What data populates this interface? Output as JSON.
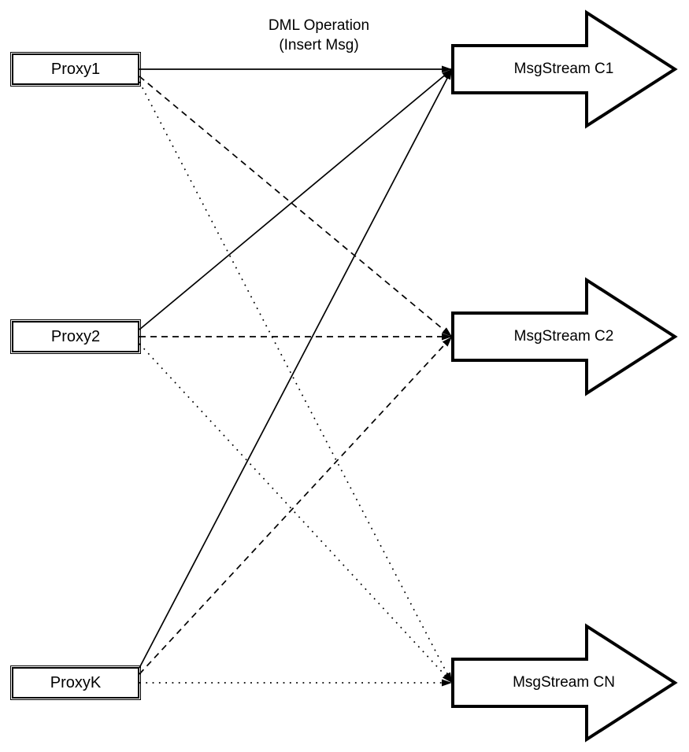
{
  "diagram": {
    "background": "#ffffff",
    "stroke_color": "#000000",
    "fill_color": "#ffffff",
    "edge_label": {
      "line1": "DML Operation",
      "line2": "(Insert Msg)"
    },
    "proxies": [
      {
        "label": "Proxy1"
      },
      {
        "label": "Proxy2"
      },
      {
        "label": "ProxyK"
      }
    ],
    "streams": [
      {
        "label": "MsgStream C1",
        "incoming_line_style": "solid"
      },
      {
        "label": "MsgStream C2",
        "incoming_line_style": "dashed"
      },
      {
        "label": "MsgStream CN",
        "incoming_line_style": "dotted"
      }
    ],
    "edges": [
      {
        "from": "Proxy1",
        "to": "MsgStream C1",
        "style": "solid",
        "label": "DML Operation (Insert Msg)"
      },
      {
        "from": "Proxy1",
        "to": "MsgStream C2",
        "style": "dashed",
        "label": ""
      },
      {
        "from": "Proxy1",
        "to": "MsgStream CN",
        "style": "dotted",
        "label": ""
      },
      {
        "from": "Proxy2",
        "to": "MsgStream C1",
        "style": "solid",
        "label": ""
      },
      {
        "from": "Proxy2",
        "to": "MsgStream C2",
        "style": "dashed",
        "label": ""
      },
      {
        "from": "Proxy2",
        "to": "MsgStream CN",
        "style": "dotted",
        "label": ""
      },
      {
        "from": "ProxyK",
        "to": "MsgStream C1",
        "style": "solid",
        "label": ""
      },
      {
        "from": "ProxyK",
        "to": "MsgStream C2",
        "style": "dashed",
        "label": ""
      },
      {
        "from": "ProxyK",
        "to": "MsgStream CN",
        "style": "dotted",
        "label": ""
      }
    ]
  }
}
